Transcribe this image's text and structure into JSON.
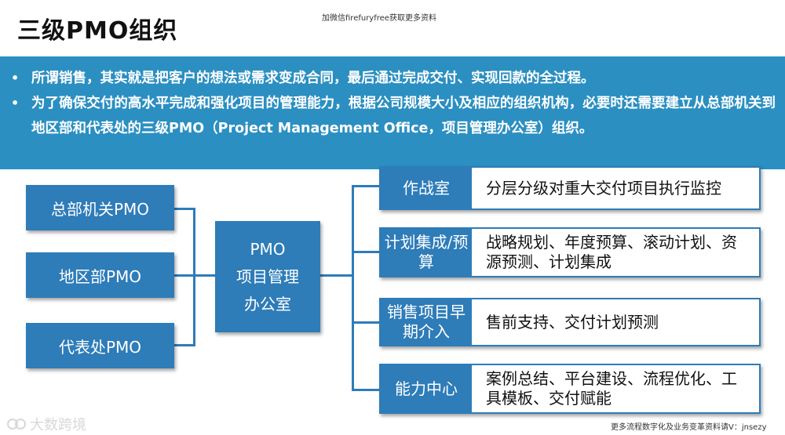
{
  "title": "三级PMO组织",
  "top_note": "加微信firefuryfree获取更多资料",
  "banner": {
    "bullet_symbol": "•",
    "bullets": [
      "所谓销售，其实就是把客户的想法或需求变成合同，最后通过完成交付、实现回款的全过程。",
      "为了确保交付的高水平完成和强化项目的管理能力，根据公司规模大小及相应的组织机构，必要时还需要建立从总部机关到地区部和代表处的三级PMO（Project Management Office，项目管理办公室）组织。"
    ]
  },
  "left_boxes": [
    "总部机关PMO",
    "地区部PMO",
    "代表处PMO"
  ],
  "center_box": [
    "PMO",
    "项目管理",
    "办公室"
  ],
  "right_rows": [
    {
      "label": "作战室",
      "desc": "分层分级对重大交付项目执行监控"
    },
    {
      "label": "计划集成/预算",
      "desc": "战略规划、年度预算、滚动计划、资源预测、计划集成"
    },
    {
      "label": "销售项目早期介入",
      "desc": "售前支持、交付计划预测"
    },
    {
      "label": "能力中心",
      "desc": "案例总结、平台建设、流程优化、工具模板、交付赋能"
    }
  ],
  "watermark": "大数跨境",
  "bottom_note": "更多流程数字化及业务变革资料请V：jnsezy",
  "colors": {
    "banner": "#2b8fc1",
    "box": "#2e7cb8"
  }
}
